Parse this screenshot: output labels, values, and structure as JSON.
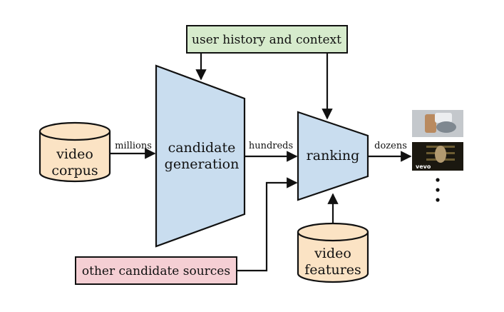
{
  "diagram": {
    "nodes": {
      "video_corpus": {
        "lines": [
          "video",
          "corpus"
        ],
        "kind": "database"
      },
      "candidate_generation": {
        "lines": [
          "candidate",
          "generation"
        ],
        "kind": "funnel"
      },
      "ranking": {
        "label": "ranking",
        "kind": "funnel"
      },
      "user_history": {
        "label": "user history and context",
        "kind": "box"
      },
      "other_sources": {
        "label": "other candidate sources",
        "kind": "box"
      },
      "video_features": {
        "lines": [
          "video",
          "features"
        ],
        "kind": "database"
      }
    },
    "edges": {
      "millions": "millions",
      "hundreds": "hundreds",
      "dozens": "dozens"
    },
    "thumbnails": {
      "second_badge": "vevo"
    },
    "colors": {
      "database_fill": "#fbe3c4",
      "funnel_fill": "#c9ddef",
      "user_box_fill": "#d6ebcc",
      "other_box_fill": "#f5cfd4",
      "stroke": "#111111"
    }
  }
}
